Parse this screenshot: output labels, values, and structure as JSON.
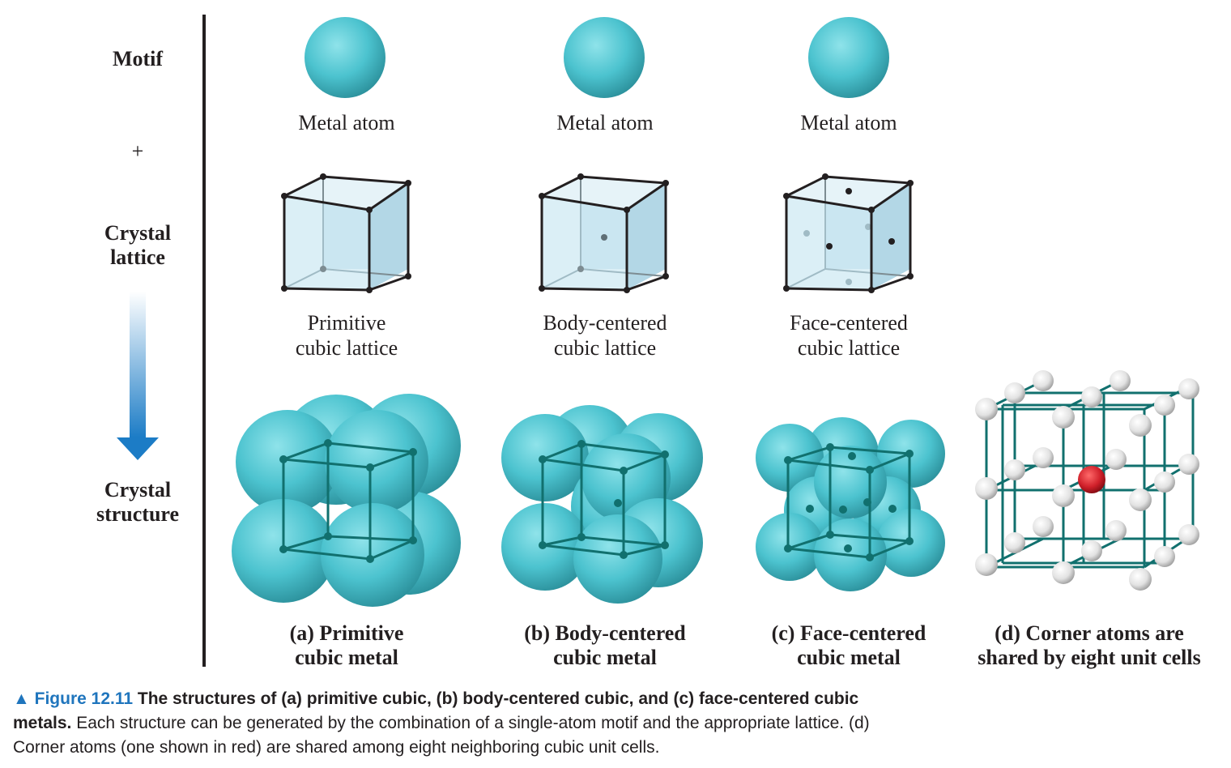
{
  "rows": {
    "motif": "Motif",
    "plus": "+",
    "lattice_line1": "Crystal",
    "lattice_line2": "lattice",
    "structure_line1": "Crystal",
    "structure_line2": "structure"
  },
  "motifs": [
    {
      "label": "Metal atom"
    },
    {
      "label": "Metal atom"
    },
    {
      "label": "Metal atom"
    }
  ],
  "lattices": [
    {
      "line1": "Primitive",
      "line2": "cubic lattice"
    },
    {
      "line1": "Body-centered",
      "line2": "cubic lattice"
    },
    {
      "line1": "Face-centered",
      "line2": "cubic lattice"
    }
  ],
  "structures": [
    {
      "line1": "(a) Primitive",
      "line2": "cubic metal"
    },
    {
      "line1": "(b) Body-centered",
      "line2": "cubic metal"
    },
    {
      "line1": "(c) Face-centered",
      "line2": "cubic metal"
    },
    {
      "line1": "(d) Corner atoms are",
      "line2": "shared by eight unit cells"
    }
  ],
  "caption": {
    "marker": "▲",
    "figure": "Figure 12.11",
    "bold_text": "The structures of (a) primitive cubic, (b) body-centered cubic, and (c) face-centered cubic metals.",
    "body_text": "Each structure can be generated by the combination of a single-atom motif and the appropriate lattice. (d) Corner atoms (one shown in red) are shared among eight neighboring cubic unit cells."
  },
  "colors": {
    "atom": "#4fc4d0",
    "lattice_face": "#cfe7f0",
    "lattice_edge": "#231f20",
    "cell_line": "#11706e",
    "arrow": "#1c7cc6",
    "red_atom": "#d0202a",
    "figure_label": "#1f75bd"
  }
}
